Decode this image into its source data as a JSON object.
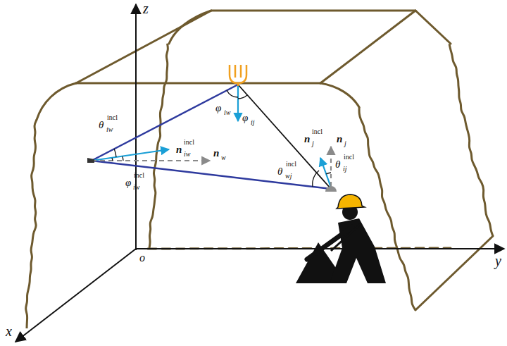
{
  "diagram": {
    "labels": [
      "z",
      "y",
      "x",
      "o",
      "φ",
      "iw",
      "φ",
      "ij",
      "θ",
      "iw",
      "incl",
      "n",
      "iw",
      "incl",
      "φ",
      "iw",
      "incl",
      "n",
      "w",
      "n",
      "j",
      "incl",
      "n",
      "j",
      "θ",
      "ij",
      "incl",
      "θ",
      "wj",
      "incl"
    ]
  }
}
